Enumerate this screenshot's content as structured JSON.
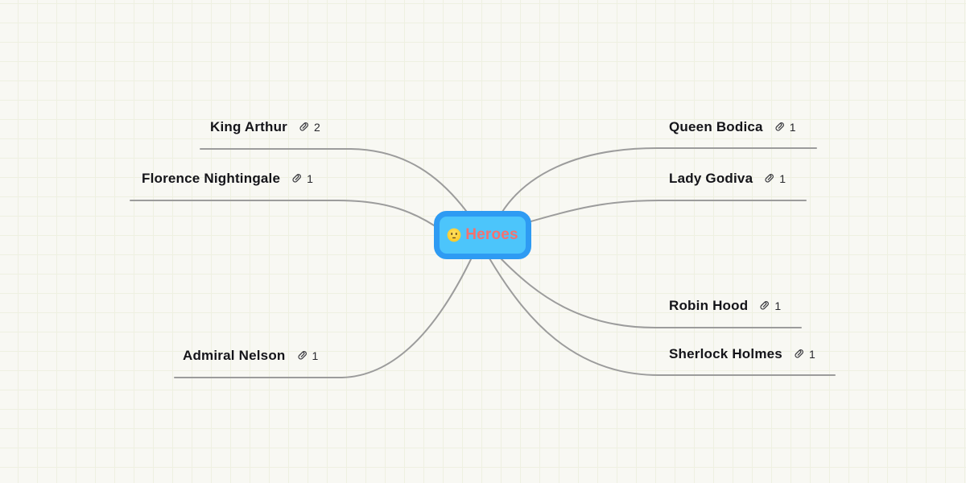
{
  "root_node": {
    "label": "Heroes",
    "emoji": "neutral-face-emoji",
    "fill_color": "#4cc5fb",
    "border_color": "#2e9bf3",
    "text_color": "#f4716f"
  },
  "topics": [
    {
      "label": "King Arthur",
      "attachments": "2",
      "side": "left"
    },
    {
      "label": "Florence Nightingale",
      "attachments": "1",
      "side": "left"
    },
    {
      "label": "Admiral Nelson",
      "attachments": "1",
      "side": "left"
    },
    {
      "label": "Queen Bodica",
      "attachments": "1",
      "side": "right"
    },
    {
      "label": "Lady Godiva",
      "attachments": "1",
      "side": "right"
    },
    {
      "label": "Robin Hood",
      "attachments": "1",
      "side": "right"
    },
    {
      "label": "Sherlock Holmes",
      "attachments": "1",
      "side": "right"
    }
  ],
  "icons": {
    "attachment": "paperclip-icon"
  },
  "colors": {
    "connection_line": "#9c9c9c",
    "background": "#f8f8f3",
    "grid_line": "#eef0e1",
    "label_text": "#141419"
  }
}
